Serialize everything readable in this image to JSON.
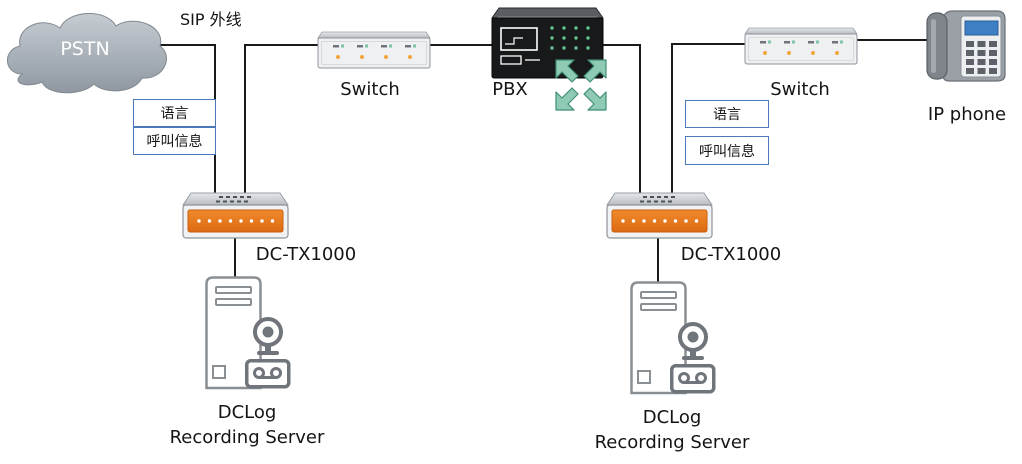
{
  "diagram": {
    "pstn": {
      "label": "PSTN",
      "icon": "cloud-icon"
    },
    "sip_trunk": {
      "label": "SIP 外线"
    },
    "switch_left": {
      "label": "Switch",
      "icon": "switch-icon"
    },
    "pbx": {
      "label": "PBX",
      "icon": "pbx-icon",
      "badge_icon": "router-arrows-icon"
    },
    "switch_right": {
      "label": "Switch",
      "icon": "switch-icon"
    },
    "ip_phone": {
      "label": "IP phone",
      "icon": "ip-phone-icon"
    },
    "recorder_left": {
      "label": "DC-TX1000",
      "icon": "recorder-device-icon"
    },
    "recorder_right": {
      "label": "DC-TX1000",
      "icon": "recorder-device-icon"
    },
    "server_left": {
      "title": "DCLog",
      "subtitle": "Recording Server",
      "icon": "recording-server-icon"
    },
    "server_right": {
      "title": "DCLog",
      "subtitle": "Recording Server",
      "icon": "recording-server-icon"
    },
    "streams_left": [
      "语言",
      "呼叫信息"
    ],
    "streams_right": [
      "语言",
      "呼叫信息"
    ]
  },
  "colors": {
    "connector": "#1a1a1a",
    "stream_box_border": "#4a78b8",
    "recorder_accent": "#e8751a",
    "router_arrows": "#5aa88e",
    "phone_screen": "#3d7fc4",
    "cloud": "#9aa3ac"
  }
}
